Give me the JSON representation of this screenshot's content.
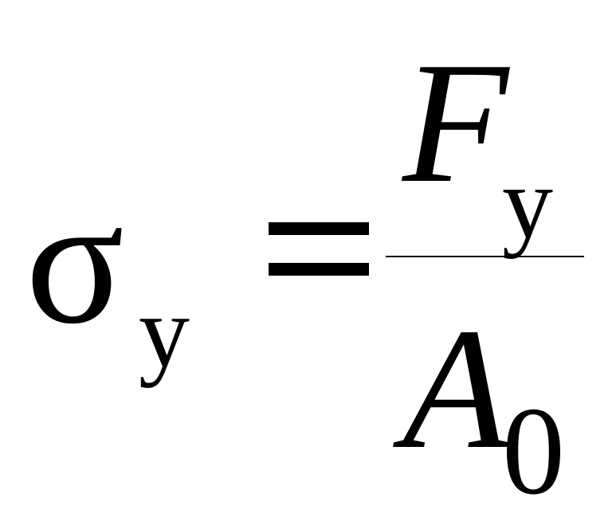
{
  "formula": {
    "lhs": {
      "symbol": "σ",
      "subscript": "y"
    },
    "operator": "=",
    "numerator": {
      "symbol": "F",
      "subscript": "y"
    },
    "denominator": {
      "symbol": "A",
      "subscript": "0"
    }
  }
}
